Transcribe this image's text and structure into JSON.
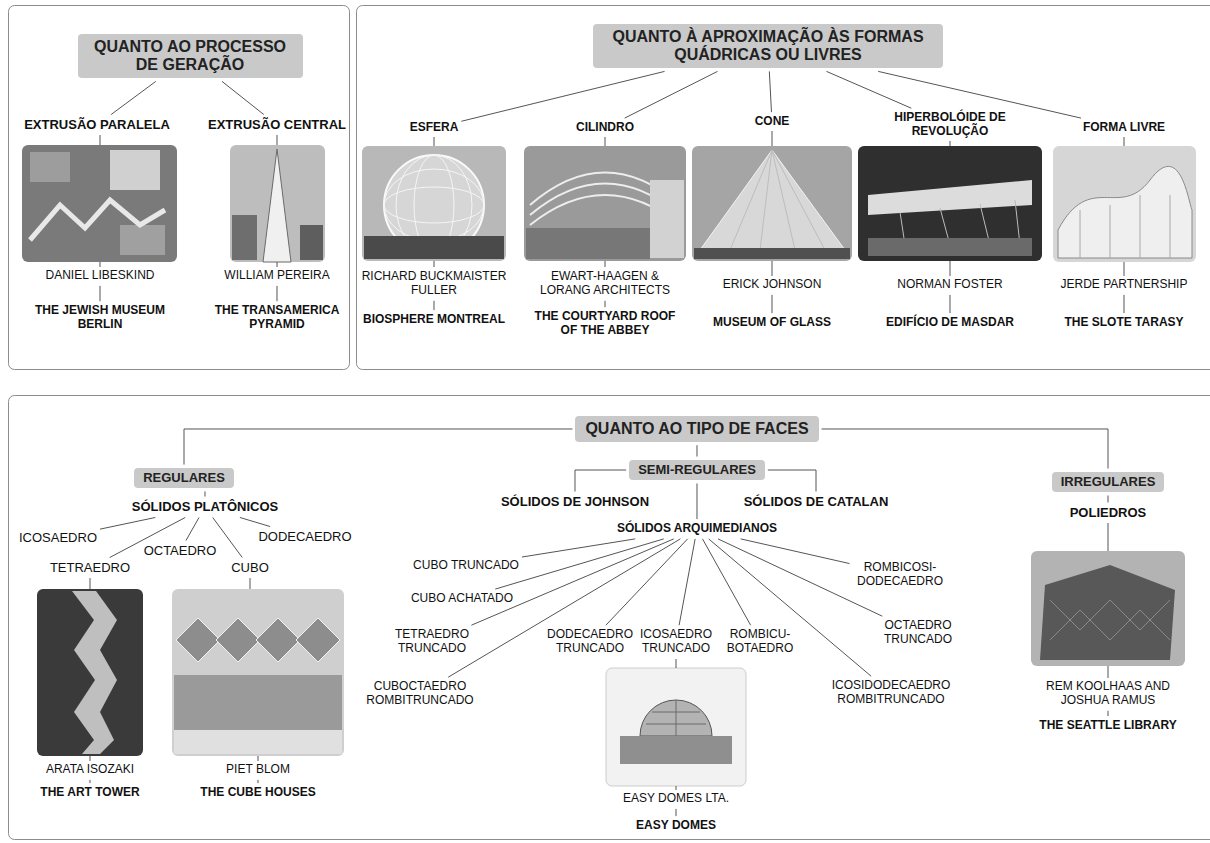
{
  "diagram": {
    "nodes": [
      {
        "text": [
          "QUANTO AO PROCESSO DE GERAÇÃO"
        ]
      },
      {
        "text": [
          "EXTRUSÃO PARALELA"
        ]
      },
      {
        "text": [
          "EXTRUSÃO CENTRAL"
        ]
      },
      {
        "text": [
          "DANIEL LIBESKIND"
        ]
      },
      {
        "text": [
          "THE JEWISH MUSEUM BERLIN"
        ]
      },
      {
        "text": [
          "WILLIAM PEREIRA"
        ]
      },
      {
        "text": [
          "THE TRANSAMERICA PYRAMID"
        ]
      },
      {
        "text": [
          "QUANTO À APROXIMAÇÃO ÀS FORMAS QUÁDRICAS OU LIVRES"
        ]
      },
      {
        "text": [
          "ESFERA"
        ]
      },
      {
        "text": [
          "CILINDRO"
        ]
      },
      {
        "text": [
          "CONE"
        ]
      },
      {
        "text": [
          "HIPERBOLÓIDE DE REVOLUÇÃO"
        ]
      },
      {
        "text": [
          "FORMA LIVRE"
        ]
      },
      {
        "text": [
          "RICHARD BUCKMAISTER FULLER"
        ]
      },
      {
        "text": [
          "BIOSPHERE MONTREAL"
        ]
      },
      {
        "text": [
          "EWART-HAAGEN & LORANG ARCHITECTS"
        ]
      },
      {
        "text": [
          "THE COURTYARD ROOF OF THE ABBEY"
        ]
      },
      {
        "text": [
          "ERICK JOHNSON"
        ]
      },
      {
        "text": [
          "MUSEUM OF GLASS"
        ]
      },
      {
        "text": [
          "NORMAN FOSTER"
        ]
      },
      {
        "text": [
          "EDIFÍCIO DE MASDAR"
        ]
      },
      {
        "text": [
          "JERDE PARTNERSHIP"
        ]
      },
      {
        "text": [
          "THE SLOTE TARASY"
        ]
      },
      {
        "text": [
          "QUANTO AO TIPO DE FACES"
        ]
      },
      {
        "text": [
          "REGULARES"
        ]
      },
      {
        "text": [
          "SEMI-REGULARES"
        ]
      },
      {
        "text": [
          "IRREGULARES"
        ]
      },
      {
        "text": [
          "SÓLIDOS PLATÔNICOS"
        ]
      },
      {
        "text": [
          "SÓLIDOS DE JOHNSON"
        ]
      },
      {
        "text": [
          "SÓLIDOS DE CATALAN"
        ]
      },
      {
        "text": [
          "POLIEDROS"
        ]
      },
      {
        "text": [
          "SÓLIDOS ARQUIMEDIANOS"
        ]
      },
      {
        "text": [
          "ICOSAEDRO"
        ]
      },
      {
        "text": [
          "DODECAEDRO"
        ]
      },
      {
        "text": [
          "OCTAEDRO"
        ]
      },
      {
        "text": [
          "TETRAEDRO"
        ]
      },
      {
        "text": [
          "CUBO"
        ]
      },
      {
        "text": [
          "CUBO TRUNCADO"
        ]
      },
      {
        "text": [
          "ROMBICOSI- DODECAEDRO"
        ]
      },
      {
        "text": [
          "CUBO ACHATADO"
        ]
      },
      {
        "text": [
          "OCTAEDRO TRUNCADO"
        ]
      },
      {
        "text": [
          "TETRAEDRO TRUNCADO"
        ]
      },
      {
        "text": [
          "DODECAEDRO TRUNCADO"
        ]
      },
      {
        "text": [
          "ICOSAEDRO TRUNCADO"
        ]
      },
      {
        "text": [
          "ROMBICU- BOTAEDRO"
        ]
      },
      {
        "text": [
          "CUBOCTAEDRO ROMBITRUNCADO"
        ]
      },
      {
        "text": [
          "ICOSIDODECAEDRO ROMBITRUNCADO"
        ]
      },
      {
        "text": [
          "ARATA ISOZAKI"
        ]
      },
      {
        "text": [
          "THE ART TOWER"
        ]
      },
      {
        "text": [
          "PIET BLOM"
        ]
      },
      {
        "text": [
          "THE CUBE HOUSES"
        ]
      },
      {
        "text": [
          "EASY DOMES LTA."
        ]
      },
      {
        "text": [
          "EASY DOMES"
        ]
      },
      {
        "text": [
          "REM KOOLHAAS AND JOSHUA RAMUS"
        ]
      },
      {
        "text": [
          "THE SEATTLE LIBRARY"
        ]
      }
    ],
    "edges": [
      {
        "from": 0,
        "to": 1,
        "arrow": "none"
      },
      {
        "from": 0,
        "to": 2,
        "arrow": "none"
      },
      {
        "from": 3,
        "to": 4,
        "arrow": "none"
      },
      {
        "from": 5,
        "to": 6,
        "arrow": "none"
      },
      {
        "from": 7,
        "to": 8,
        "arrow": "none"
      },
      {
        "from": 7,
        "to": 9,
        "arrow": "none"
      },
      {
        "from": 7,
        "to": 10,
        "arrow": "none"
      },
      {
        "from": 7,
        "to": 11,
        "arrow": "none"
      },
      {
        "from": 7,
        "to": 12,
        "arrow": "none"
      },
      {
        "from": 13,
        "to": 14,
        "arrow": "none"
      },
      {
        "from": 15,
        "to": 16,
        "arrow": "none"
      },
      {
        "from": 17,
        "to": 18,
        "arrow": "none"
      },
      {
        "from": 19,
        "to": 20,
        "arrow": "none"
      },
      {
        "from": 21,
        "to": 22,
        "arrow": "none"
      },
      {
        "from": 23,
        "to": 24,
        "arrow": "none"
      },
      {
        "from": 23,
        "to": 25,
        "arrow": "none"
      },
      {
        "from": 23,
        "to": 26,
        "arrow": "none"
      },
      {
        "from": 24,
        "to": 27,
        "arrow": "none"
      },
      {
        "from": 25,
        "to": 28,
        "arrow": "none"
      },
      {
        "from": 25,
        "to": 29,
        "arrow": "none"
      },
      {
        "from": 25,
        "to": 31,
        "arrow": "none"
      },
      {
        "from": 26,
        "to": 30,
        "arrow": "none"
      },
      {
        "from": 27,
        "to": 32,
        "arrow": "none"
      },
      {
        "from": 27,
        "to": 33,
        "arrow": "none"
      },
      {
        "from": 27,
        "to": 34,
        "arrow": "none"
      },
      {
        "from": 27,
        "to": 35,
        "arrow": "none"
      },
      {
        "from": 27,
        "to": 36,
        "arrow": "none"
      },
      {
        "from": 31,
        "to": 37,
        "arrow": "none"
      },
      {
        "from": 31,
        "to": 38,
        "arrow": "none"
      },
      {
        "from": 31,
        "to": 39,
        "arrow": "none"
      },
      {
        "from": 31,
        "to": 40,
        "arrow": "none"
      },
      {
        "from": 31,
        "to": 41,
        "arrow": "none"
      },
      {
        "from": 31,
        "to": 42,
        "arrow": "none"
      },
      {
        "from": 31,
        "to": 43,
        "arrow": "none"
      },
      {
        "from": 31,
        "to": 44,
        "arrow": "none"
      },
      {
        "from": 31,
        "to": 45,
        "arrow": "none"
      },
      {
        "from": 31,
        "to": 46,
        "arrow": "none"
      },
      {
        "from": 47,
        "to": 48,
        "arrow": "none"
      },
      {
        "from": 49,
        "to": 50,
        "arrow": "none"
      },
      {
        "from": 51,
        "to": 52,
        "arrow": "none"
      },
      {
        "from": 53,
        "to": 54,
        "arrow": "none"
      }
    ]
  }
}
